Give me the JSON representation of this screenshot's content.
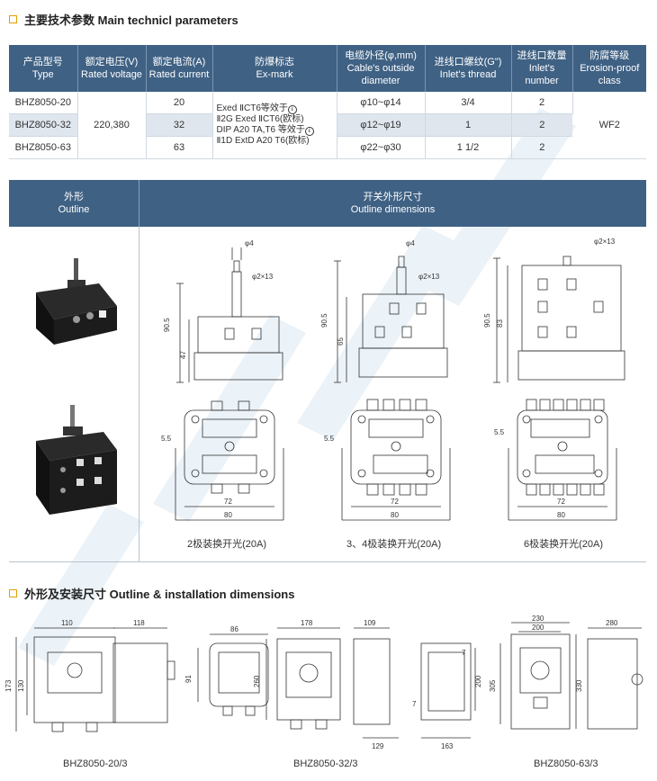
{
  "section1": {
    "title": "主要技术参数 Main technicl parameters"
  },
  "table": {
    "headers": [
      {
        "cn": "产品型号",
        "en": "Type"
      },
      {
        "cn": "额定电压(V)",
        "en": "Rated voltage"
      },
      {
        "cn": "额定电流(A)",
        "en": "Rated current"
      },
      {
        "cn": "防爆标志",
        "en": "Ex-mark"
      },
      {
        "cn": "电缆外径(φ,mm)",
        "en": "Cable's outside diameter"
      },
      {
        "cn": "进线口螺纹(G\")",
        "en": "Inlet's thread"
      },
      {
        "cn": "进线口数量",
        "en": "Inlet's number"
      },
      {
        "cn": "防腐等级",
        "en": "Erosion-proof class"
      }
    ],
    "rows": [
      {
        "type": "BHZ8050-20",
        "current": "20",
        "cable": "φ10~φ14",
        "thread": "3/4",
        "number": "2"
      },
      {
        "type": "BHZ8050-32",
        "current": "32",
        "cable": "φ12~φ19",
        "thread": "1",
        "number": "2"
      },
      {
        "type": "BHZ8050-63",
        "current": "63",
        "cable": "φ22~φ30",
        "thread": "1 1/2",
        "number": "2"
      }
    ],
    "voltage": "220,380",
    "exmark_lines": [
      "Exed ⅡCT6等效于",
      "Ⅱ2G Exed ⅡCT6(欧标)",
      "DIP A20 TA,T6 等效于",
      "Ⅱ1D ExtD A20 T6(欧标)"
    ],
    "erosion": "WF2"
  },
  "outline_band": {
    "left_cn": "外形",
    "left_en": "Outline",
    "right_cn": "开关外形尺寸",
    "right_en": "Outline  dimensions"
  },
  "switch_dims": {
    "phi4": "φ4",
    "hole": "φ2×13",
    "h_total": "90.5",
    "h_body_a": "47",
    "h_body_b": "65",
    "h_body_c": "83",
    "w72": "72",
    "w80": "80",
    "d55": "5.5"
  },
  "captions": {
    "two_pole": "2极装换开光(20A)",
    "three_four_pole": "3、4极装换开光(20A)",
    "six_pole": "6极装换开光(20A)"
  },
  "section2": {
    "title": "外形及安装尺寸 Outline & installation dimensions"
  },
  "install": {
    "a_w": "110",
    "a_d": "118",
    "a_h1": "173",
    "a_h2": "130",
    "b_w": "86",
    "b_h": "91",
    "c_w": "178",
    "c_h": "260",
    "c_d": "109",
    "c_b": "129",
    "d_7a": "7",
    "d_200": "200",
    "d_7b": "7",
    "d_163": "163",
    "e_230": "230",
    "e_200": "200",
    "e_305": "305",
    "e_330": "330",
    "e_280": "280",
    "label_a": "BHZ8050-20/3",
    "label_b": "BHZ8050-32/3",
    "label_c": "BHZ8050-63/3"
  }
}
